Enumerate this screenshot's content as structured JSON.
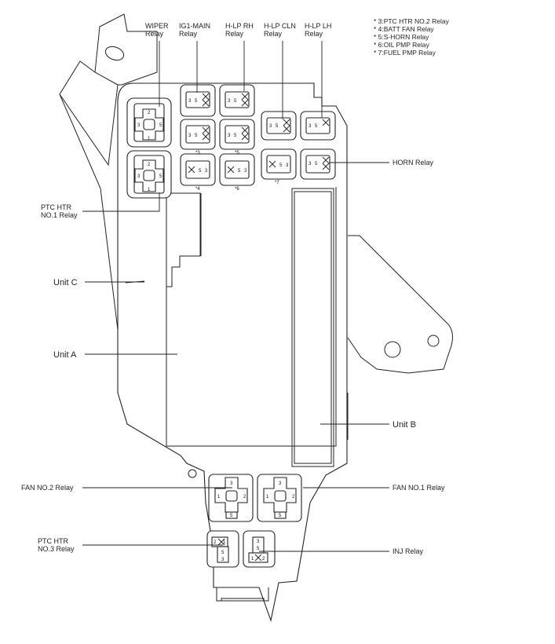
{
  "top_labels": {
    "wiper": [
      "WIPER",
      "Relay"
    ],
    "ig1_main": [
      "IG1-MAIN",
      "Relay"
    ],
    "hlp_rh": [
      "H-LP RH",
      "Relay"
    ],
    "hlp_cln": [
      "H-LP CLN",
      "Relay"
    ],
    "hlp_lh": [
      "H-LP LH",
      "Relay"
    ]
  },
  "notes": [
    "* 3:PTC HTR NO.2 Relay",
    "* 4:BATT FAN Relay",
    "* 5:S-HORN Relay",
    "* 6:OIL PMP Relay",
    "* 7:FUEL PMP Relay"
  ],
  "side_labels": {
    "horn": "HORN Relay",
    "ptc1": [
      "PTC HTR",
      "NO.1 Relay"
    ],
    "unit_c": "Unit C",
    "unit_a": "Unit A",
    "unit_b": "Unit B",
    "fan2": "FAN NO.2 Relay",
    "fan1": "FAN NO.1 Relay",
    "ptc3": [
      "PTC HTR",
      "NO.3 Relay"
    ],
    "inj": "INJ Relay"
  },
  "stars": {
    "s3": "*3",
    "s4": "*4",
    "s5": "*5",
    "s6": "*6",
    "s7": "*7"
  },
  "pins": {
    "p1": "1",
    "p2": "2",
    "p3": "3",
    "p5": "5"
  }
}
